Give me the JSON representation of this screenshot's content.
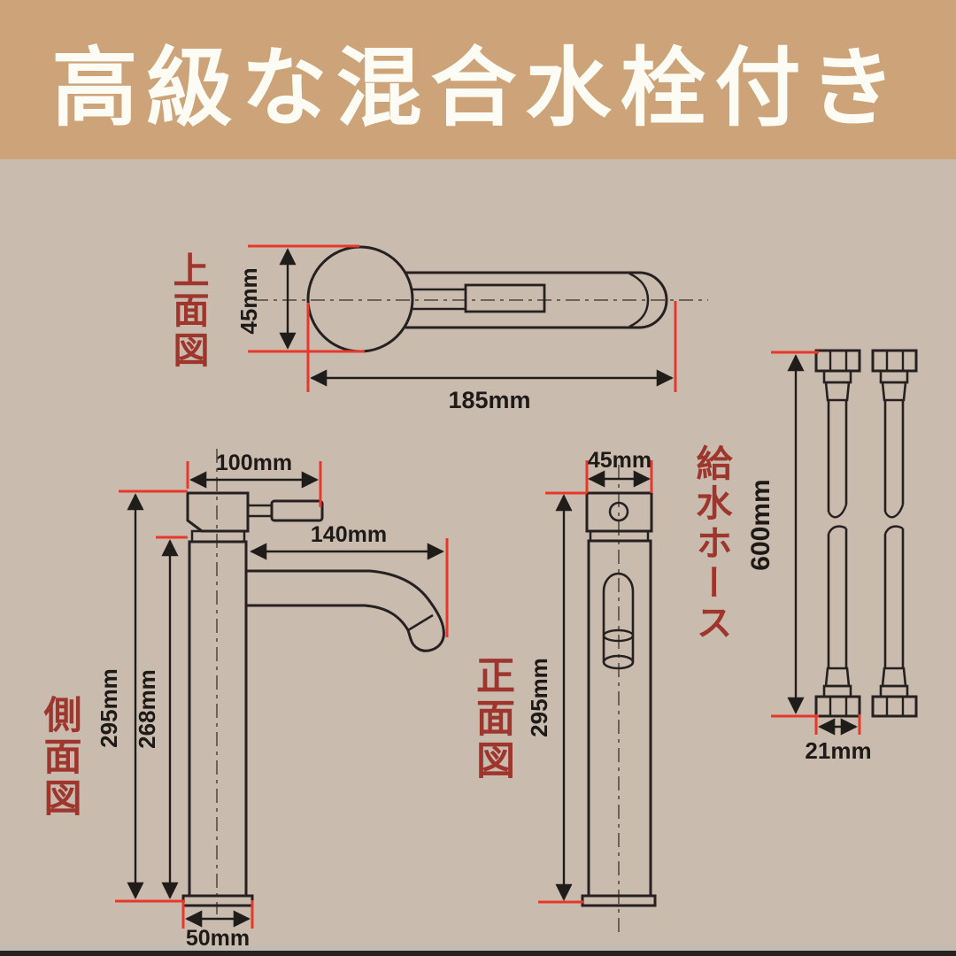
{
  "banner": {
    "title": "高級な混合水栓付き",
    "bg_color": "#cda47a",
    "text_color": "#fdfcf4"
  },
  "colors": {
    "background": "#c9bcae",
    "view_label_red": "#9e362e",
    "dimension_line_red": "#e8372b",
    "drawing_line": "#262020"
  },
  "views": {
    "top": {
      "label": "上面図",
      "dims": {
        "height": "45mm",
        "width": "185mm"
      }
    },
    "side": {
      "label": "側面図",
      "dims": {
        "handle_width": "100mm",
        "spout_length": "140mm",
        "total_height": "295mm",
        "body_height": "268mm",
        "base_width": "50mm"
      }
    },
    "front": {
      "label": "正面図",
      "dims": {
        "width": "45mm",
        "height": "295mm"
      }
    },
    "hose": {
      "label": "給水ホース",
      "dims": {
        "length": "600mm",
        "nut_width": "21mm"
      }
    }
  }
}
